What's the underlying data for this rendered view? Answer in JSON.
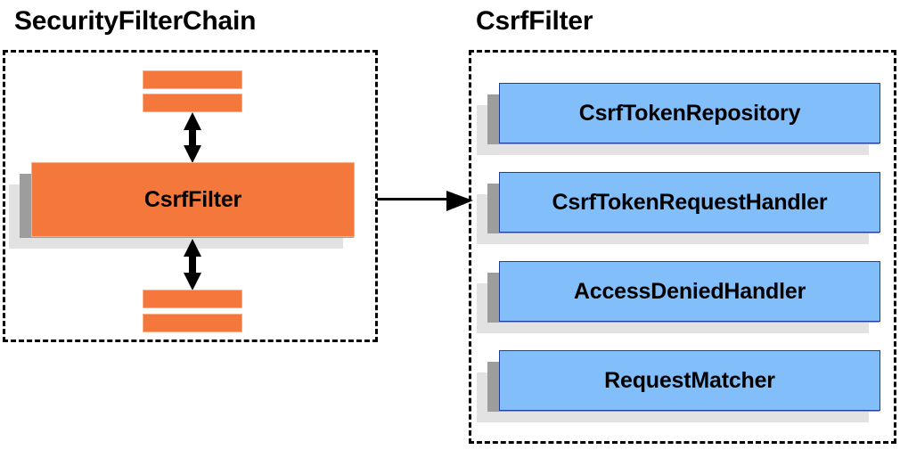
{
  "diagram": {
    "type": "component-relationship-diagram",
    "background": "#ffffff",
    "colors": {
      "orange_fill": "#f4783c",
      "orange_border": "#fbb085",
      "blue_fill": "#82bef9",
      "blue_border": "#1f3f9e",
      "shadow_near": "#9d9d9d",
      "shadow_far": "#e2e2e2",
      "outline": "#000000",
      "text": "#000000"
    },
    "panels": [
      {
        "id": "security-filter-chain",
        "title": "SecurityFilterChain",
        "border_style": "dashed",
        "items": [
          {
            "name": "filter-bar-top-1",
            "label": "",
            "style": "orange-bar"
          },
          {
            "name": "filter-bar-top-2",
            "label": "",
            "style": "orange-bar"
          },
          {
            "name": "csrf-filter",
            "label": "CsrfFilter",
            "style": "orange-card"
          },
          {
            "name": "filter-bar-bottom-1",
            "label": "",
            "style": "orange-bar"
          },
          {
            "name": "filter-bar-bottom-2",
            "label": "",
            "style": "orange-bar"
          }
        ]
      },
      {
        "id": "csrf-filter",
        "title": "CsrfFilter",
        "border_style": "dashed",
        "items": [
          {
            "name": "csrf-token-repository",
            "label": "CsrfTokenRepository",
            "style": "blue-card"
          },
          {
            "name": "csrf-token-request-handler",
            "label": "CsrfTokenRequestHandler",
            "style": "blue-card"
          },
          {
            "name": "access-denied-handler",
            "label": "AccessDeniedHandler",
            "style": "blue-card"
          },
          {
            "name": "request-matcher",
            "label": "RequestMatcher",
            "style": "blue-card"
          }
        ]
      }
    ],
    "connectors": [
      {
        "name": "arrow-chain-up",
        "kind": "double-headed-vertical",
        "from": "csrf-filter",
        "to": "filter-bar-top-2"
      },
      {
        "name": "arrow-chain-down",
        "kind": "double-headed-vertical",
        "from": "csrf-filter",
        "to": "filter-bar-bottom-1"
      },
      {
        "name": "arrow-expand",
        "kind": "single-headed-horizontal",
        "from": "security-filter-chain",
        "to": "csrf-filter-panel"
      }
    ]
  }
}
